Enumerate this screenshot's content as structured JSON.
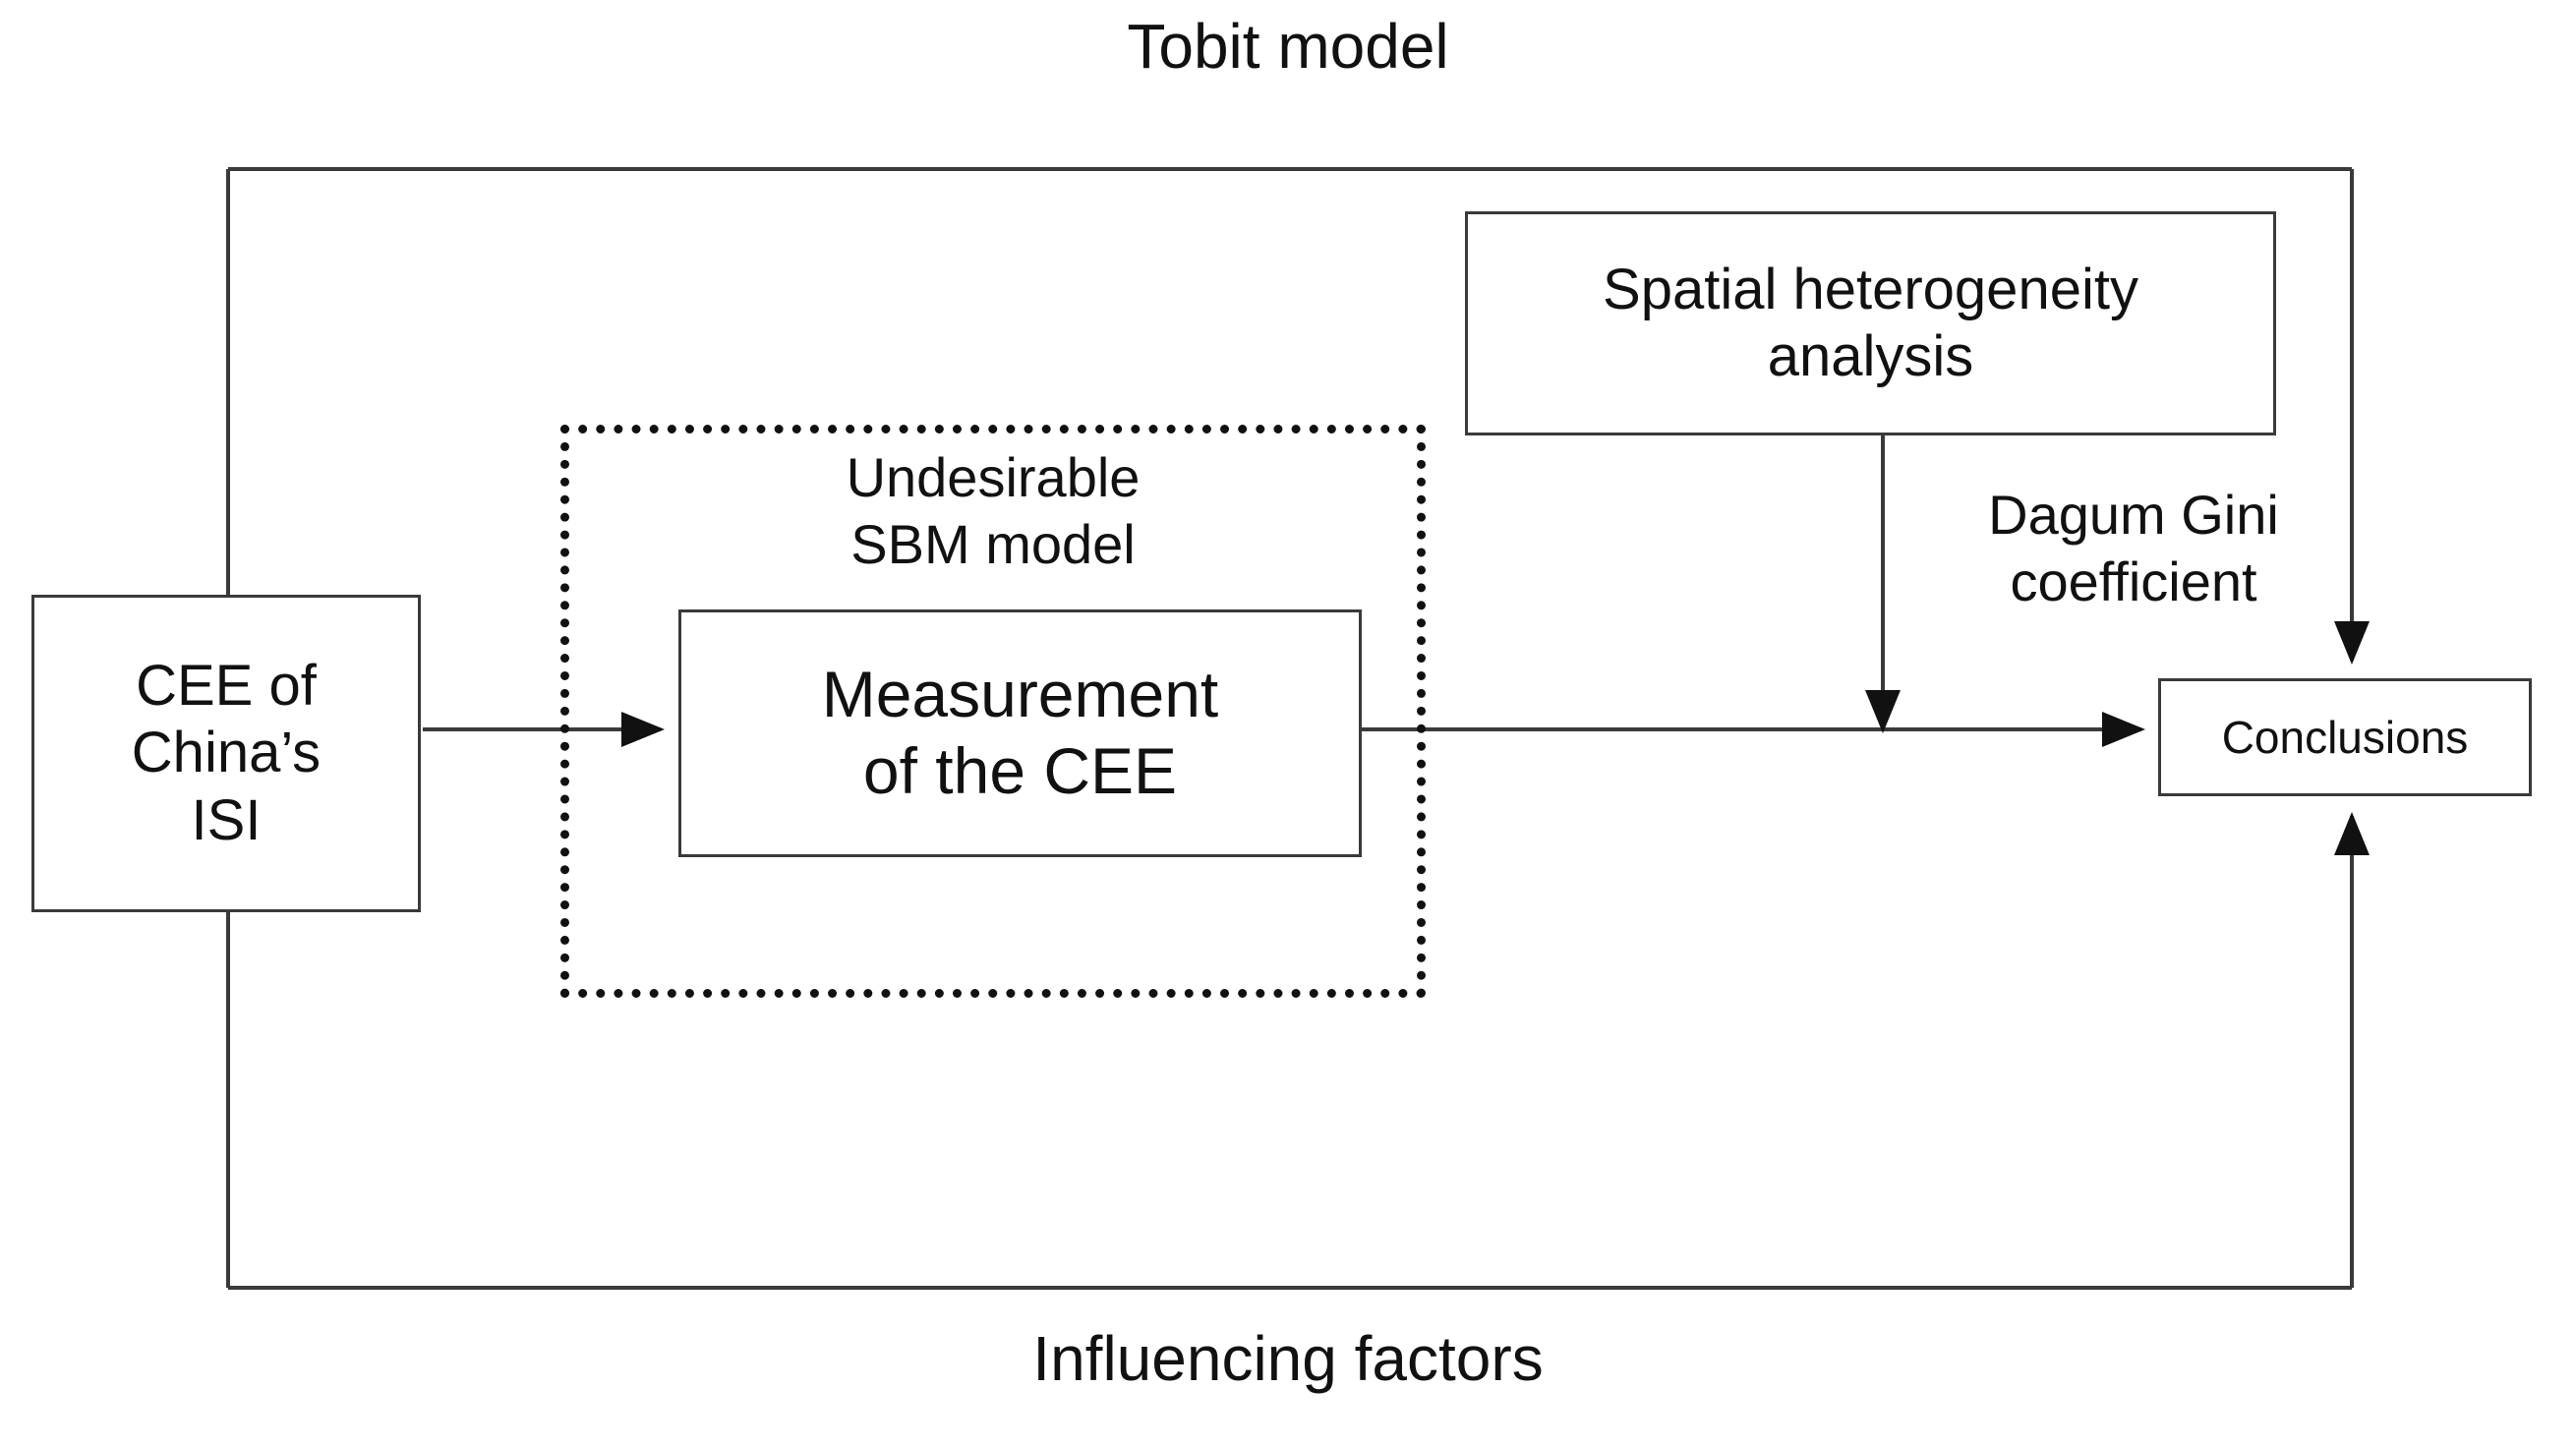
{
  "diagram": {
    "title_top": "Tobit model",
    "title_bottom": "Influencing factors",
    "nodes": {
      "source": {
        "lines": [
          "CEE of",
          "China’s",
          "ISI"
        ]
      },
      "sbm_label": {
        "lines": [
          "Undesirable",
          "SBM model"
        ]
      },
      "measurement": {
        "lines": [
          "Measurement",
          "of the CEE"
        ]
      },
      "spatial": {
        "lines": [
          "Spatial heterogeneity",
          "analysis"
        ]
      },
      "conclusions": {
        "label": "Conclusions"
      }
    },
    "edge_labels": {
      "dagum": {
        "lines": [
          "Dagum Gini",
          "coefficient"
        ]
      }
    },
    "colors": {
      "background": "#ffffff",
      "stroke": "#3a3a3a",
      "dotted_stroke": "#111111",
      "text": "#111111"
    }
  }
}
